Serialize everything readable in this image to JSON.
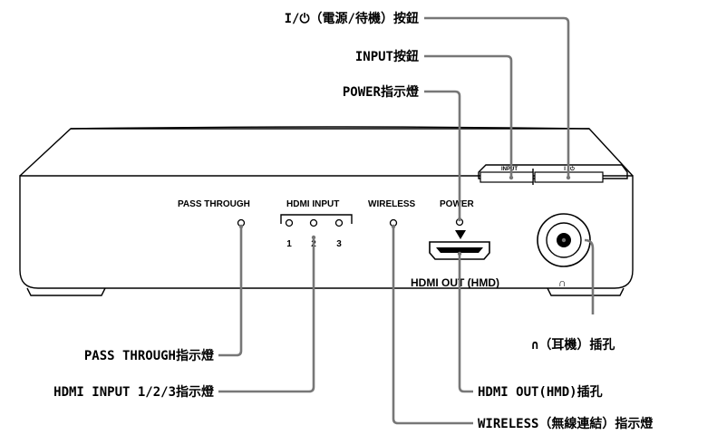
{
  "callouts": {
    "power_button": "I/⏻（電源/待機）按鈕",
    "input_button": "INPUT按鈕",
    "power_indicator": "POWER指示燈",
    "pass_through_indicator": "PASS THROUGH指示燈",
    "hdmi_input_indicator": "HDMI INPUT 1/2/3指示燈",
    "headphone_jack": "∩（耳機）插孔",
    "hdmi_out_jack": "HDMI OUT(HMD)插孔",
    "wireless_indicator": "WIRELESS（無線連結）指示燈"
  },
  "panel_labels": {
    "pass_through": "PASS THROUGH",
    "hdmi_input": "HDMI INPUT",
    "hdmi_input_numbers": [
      "1",
      "2",
      "3"
    ],
    "wireless": "WIRELESS",
    "power": "POWER",
    "hdmi_out": "HDMI OUT (HMD)",
    "headphone_symbol": "∩",
    "button_input": "INPUT",
    "button_power": "I / ⏻"
  },
  "colors": {
    "leader_line": "#777777",
    "device_outline": "#000000",
    "background": "#ffffff"
  }
}
